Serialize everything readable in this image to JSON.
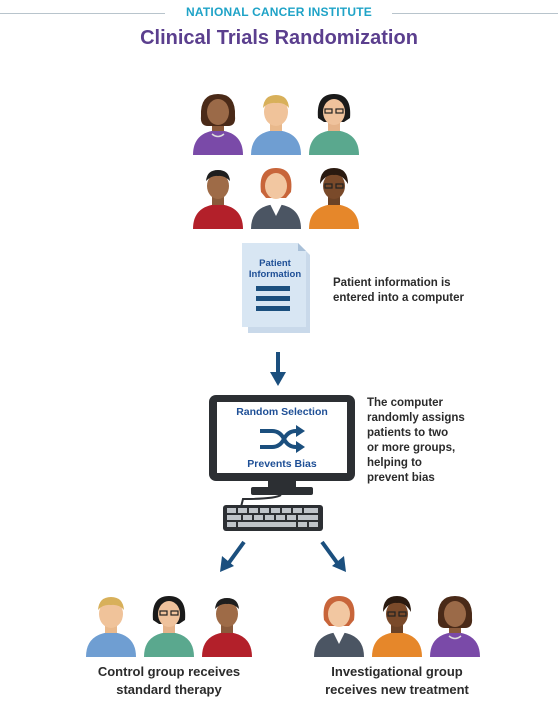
{
  "header": {
    "organization": "NATIONAL CANCER INSTITUTE",
    "title": "Clinical Trials Randomization"
  },
  "step_patient_info": {
    "document_label_line1": "Patient",
    "document_label_line2": "Information",
    "description_lines": [
      "Patient information is",
      "entered into a computer"
    ]
  },
  "step_computer": {
    "screen_top": "Random Selection",
    "screen_bottom": "Prevents Bias",
    "description_lines": [
      "The computer",
      "randomly assigns",
      "patients to two",
      "or more groups,",
      "helping to",
      "prevent bias"
    ]
  },
  "groups": {
    "control_lines": [
      "Control group receives",
      "standard therapy"
    ],
    "investigational_lines": [
      "Investigational group",
      "receives new treatment"
    ]
  },
  "colors": {
    "org_blue": "#1fa3c7",
    "title_purple": "#5b3f8e",
    "arrow_navy": "#1b4f7e",
    "screen_text": "#1e4f96"
  }
}
